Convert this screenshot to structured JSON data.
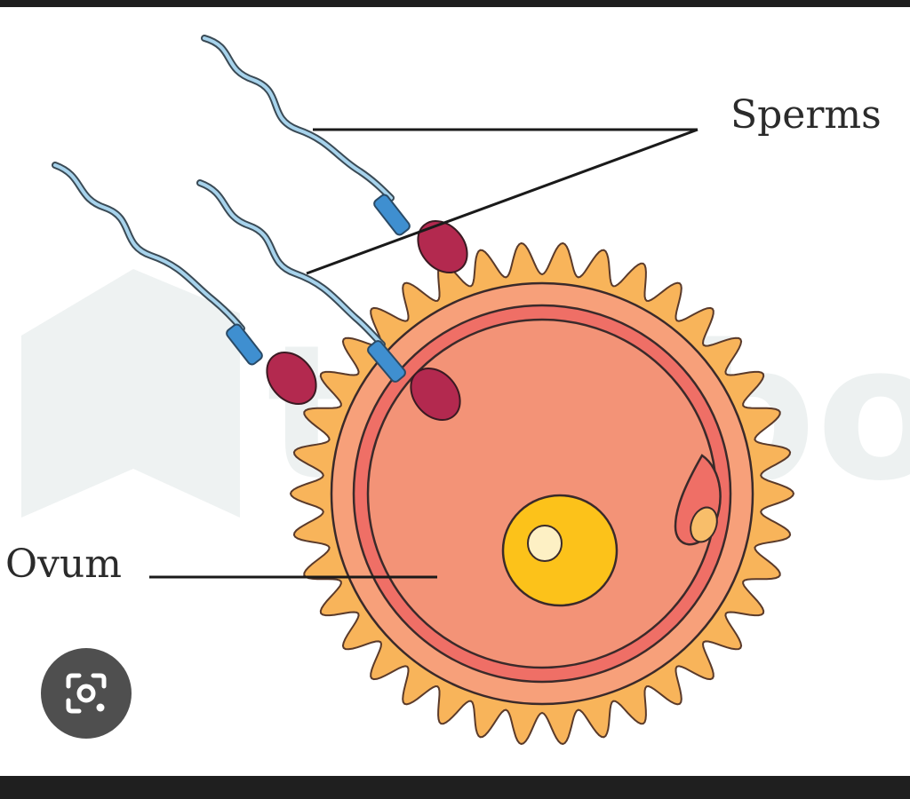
{
  "labels": {
    "sperms": "Sperms",
    "ovum": "Ovum"
  },
  "watermark": {
    "text": "testbook"
  },
  "icons": {
    "lens": "camera-search-icon"
  },
  "colors": {
    "corona": "#f8b45a",
    "zona": "#f7a07a",
    "membrane": "#ef6f66",
    "cytoplasm": "#f39377",
    "nucleus": "#fcc21a",
    "nucleolus": "#fdf0c4",
    "sperm_head": "#b3294f",
    "sperm_midpiece": "#3f8fd0",
    "sperm_tail": "#a7d3ec",
    "outline": "#3a2a2a"
  }
}
